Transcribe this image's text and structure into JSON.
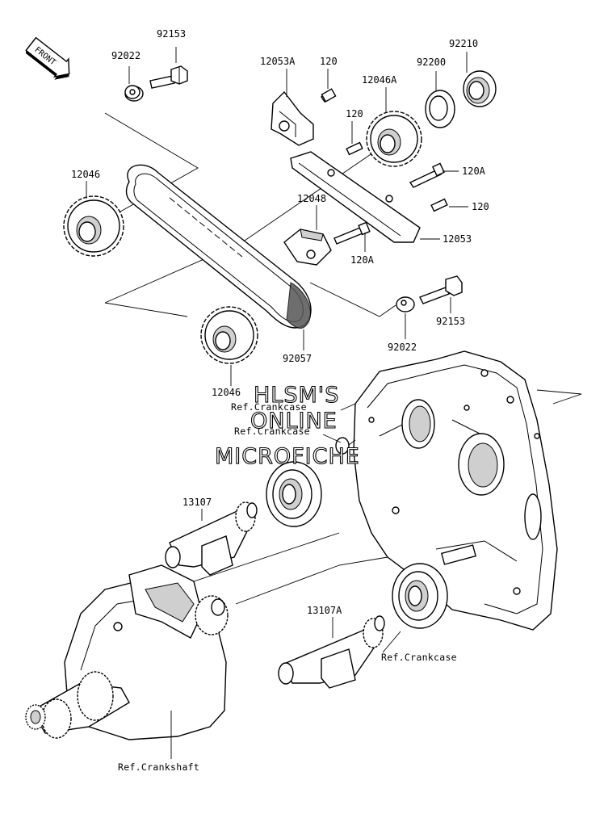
{
  "front_badge": "FRONT",
  "watermark": [
    "HLSM'S",
    "ONLINE",
    "MICROFICHE"
  ],
  "parts": {
    "p92153_top": "92153",
    "p92022_top": "92022",
    "p12053A": "12053A",
    "p120_a": "120",
    "p12046A": "12046A",
    "p92200": "92200",
    "p92210": "92210",
    "p120_b": "120",
    "p12046_left": "12046",
    "p120A_right": "120A",
    "p12048": "12048",
    "p120_c": "120",
    "p12053": "12053",
    "p120A_mid": "120A",
    "p92153_mid": "92153",
    "p92022_mid": "92022",
    "p92057": "92057",
    "p12046_low": "12046",
    "p13107": "13107",
    "p13107A": "13107A"
  },
  "refs": {
    "crankcase_1": "Ref.Crankcase",
    "crankcase_2": "Ref.Crankcase",
    "crankcase_3": "Ref.Crankcase",
    "crankshaft": "Ref.Crankshaft"
  }
}
